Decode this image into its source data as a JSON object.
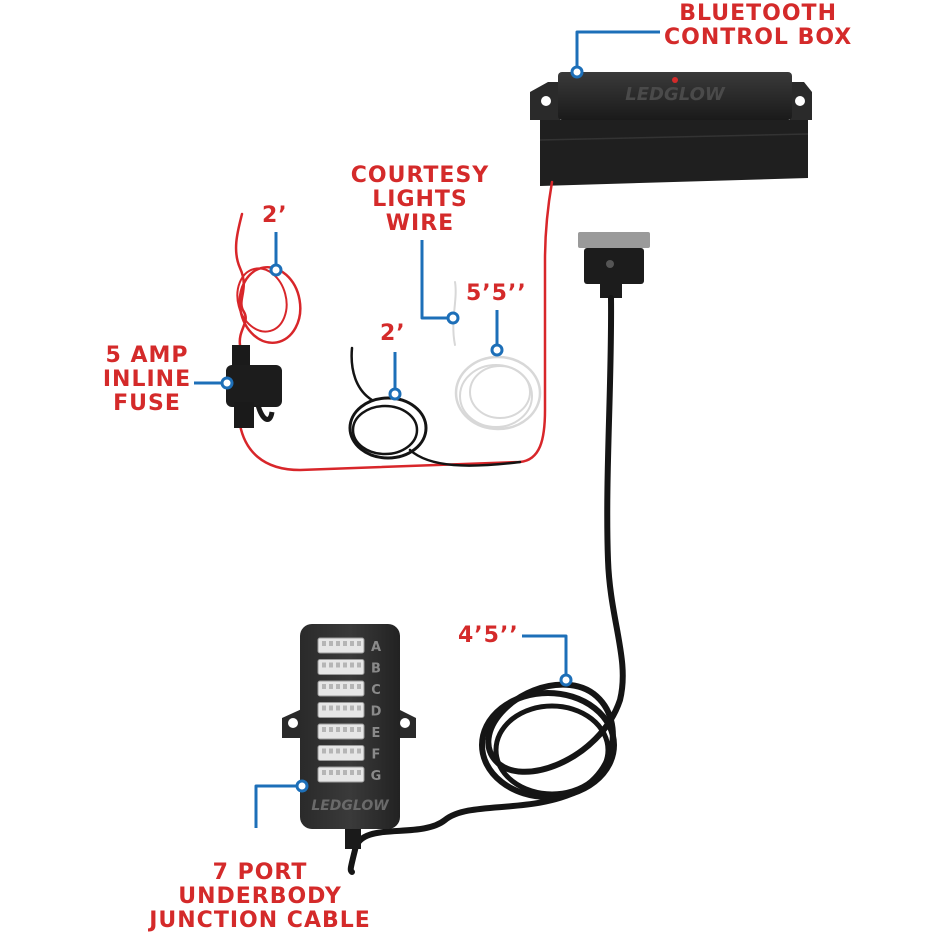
{
  "labels": {
    "bluetooth_box": [
      "BLUETOOTH",
      "CONTROL BOX"
    ],
    "courtesy_wire": [
      "COURTESY",
      "LIGHTS",
      "WIRE"
    ],
    "red_wire_len": "2’",
    "black_wire_len": "2’",
    "white_wire_len": "5’5’’",
    "fuse": [
      "5 AMP",
      "INLINE",
      "FUSE"
    ],
    "cable_len": "4’5’’",
    "junction": [
      "7 PORT",
      "UNDERBODY",
      "JUNCTION CABLE"
    ]
  },
  "brand": "LEDGLOW",
  "ports": [
    "A",
    "B",
    "C",
    "D",
    "E",
    "F",
    "G"
  ],
  "colors": {
    "label_text": "#d42a2a",
    "callout": "#1d6fb8",
    "red_wire": "#d8262a",
    "black_wire": "#141414",
    "white_wire": "#e8e8e8",
    "device_body": "#2b2b2b"
  }
}
